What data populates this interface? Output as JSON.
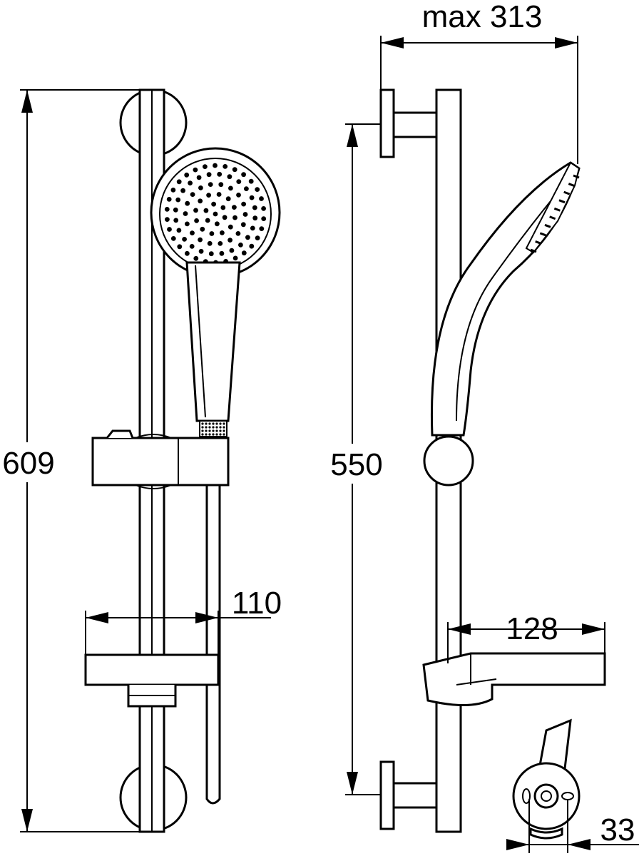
{
  "dimensions": {
    "total_height": "609",
    "mount_spacing": "550",
    "max_projection": "max 313",
    "dish_width": "110",
    "dish_depth": "128",
    "bracket_depth": "33"
  }
}
